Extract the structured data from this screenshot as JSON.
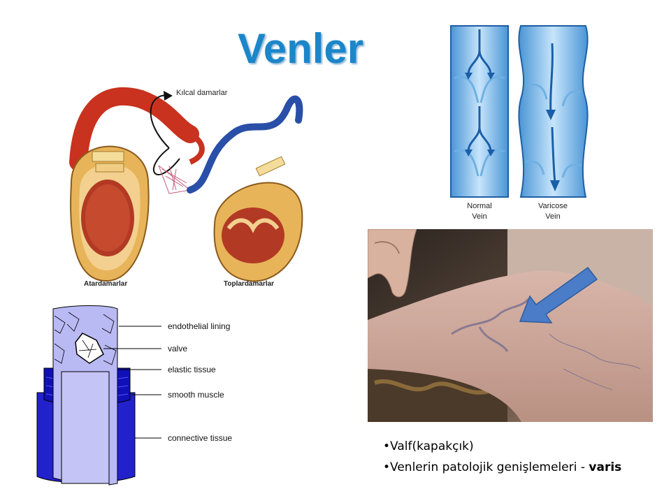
{
  "slide": {
    "title": "Venler",
    "bullets": [
      {
        "text": "•Valf(kapakçık)"
      },
      {
        "text": "•Venlerin patolojik genişlemeleri - ",
        "bold": "varis"
      }
    ]
  },
  "circulation_figure": {
    "capillary_label": "Kılcal damarlar",
    "artery_label": "Atardamarlar",
    "vein_label": "Toplardamarlar",
    "colors": {
      "artery": "#c8321e",
      "vein": "#2a4fa8",
      "wall": "#e8b45a"
    }
  },
  "valve_figure": {
    "normal_label_line1": "Normal",
    "normal_label_line2": "Vein",
    "varicose_label_line1": "Varicose",
    "varicose_label_line2": "Vein",
    "colors": {
      "vessel": "#8ec6ee",
      "arrow": "#1b5ea8"
    }
  },
  "wall_diagram": {
    "layers": [
      {
        "label": "endothelial lining"
      },
      {
        "label": "valve"
      },
      {
        "label": "elastic tissue"
      },
      {
        "label": "smooth muscle"
      },
      {
        "label": "connective tissue"
      }
    ],
    "colors": {
      "lumen": "#b9b9f4",
      "muscle": "#1010b8",
      "connective": "#2222cc"
    }
  },
  "photo": {
    "icons": [
      "arrow-pointer-icon"
    ],
    "colors": {
      "arrow": "#4a7cc7",
      "skin": "#c9a59a"
    }
  }
}
